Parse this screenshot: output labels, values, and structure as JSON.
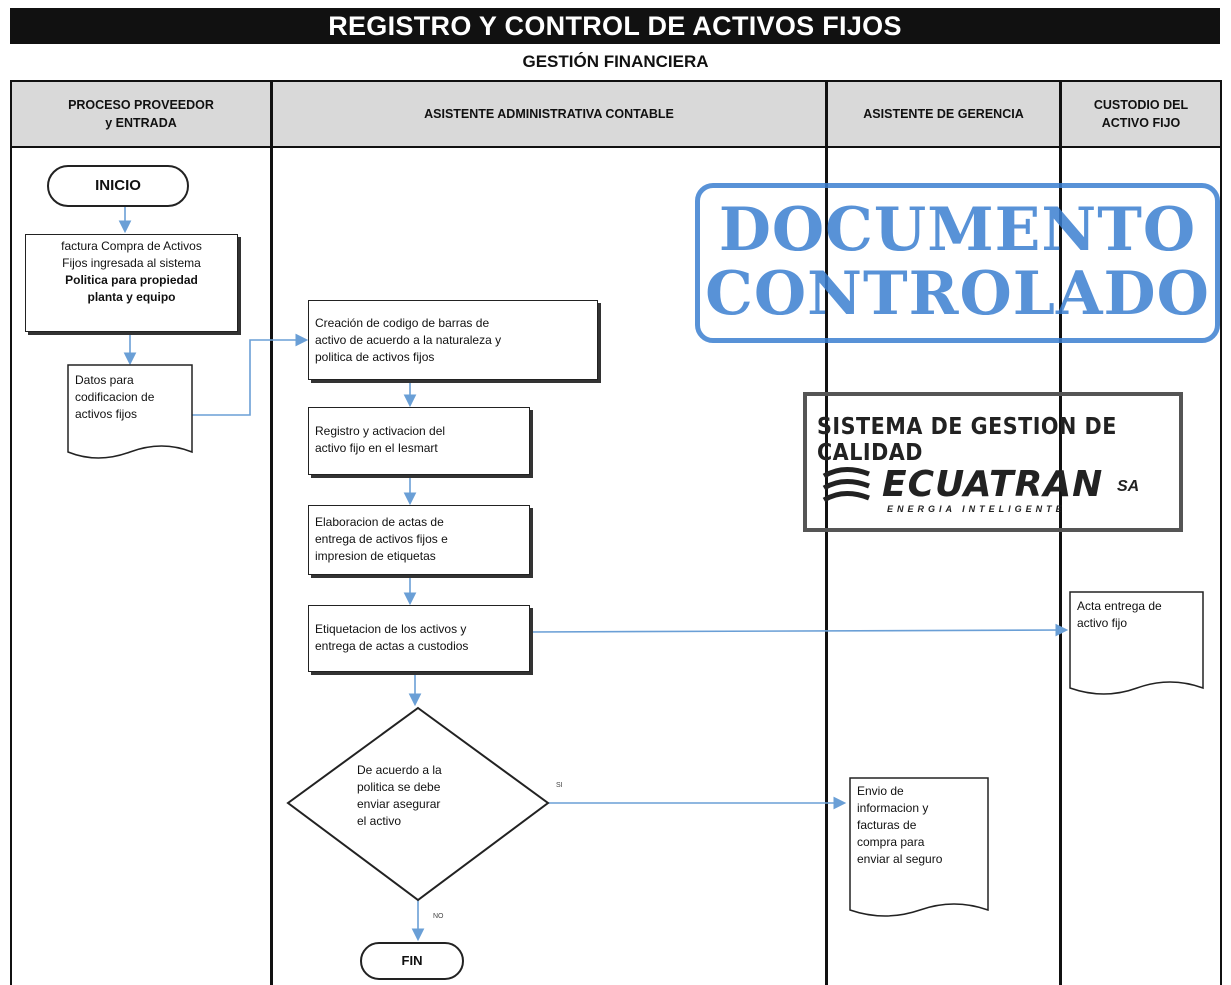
{
  "title": "REGISTRO Y CONTROL DE ACTIVOS FIJOS",
  "subtitle": "GESTIÓN FINANCIERA",
  "lanes": [
    {
      "label_line1": "PROCESO PROVEEDOR",
      "label_line2": "y ENTRADA"
    },
    {
      "label_line1": "ASISTENTE ADMINISTRATIVA CONTABLE",
      "label_line2": ""
    },
    {
      "label_line1": "ASISTENTE DE GERENCIA",
      "label_line2": ""
    },
    {
      "label_line1": "CUSTODIO DEL",
      "label_line2": "ACTIVO FIJO"
    }
  ],
  "nodes": {
    "inicio": "INICIO",
    "factura_line1": "factura Compra de Activos",
    "factura_line2": "Fijos ingresada al sistema",
    "factura_bold1": "Politica para  propiedad",
    "factura_bold2": "planta y equipo",
    "datos_line1": "Datos para",
    "datos_line2": "codificacion de",
    "datos_line3": "activos fijos",
    "creacion_line1": "Creación de codigo de barras  de",
    "creacion_line2": "activo  de acuerdo a la naturaleza y",
    "creacion_line3": "politica de activos fijos",
    "registro_line1": "Registro y activacion del",
    "registro_line2": "activo fijo en el Iesmart",
    "elaboracion_line1": "Elaboracion de actas de",
    "elaboracion_line2": "entrega de activos fijos  e",
    "elaboracion_line3": "impresion de etiquetas",
    "etiquetacion_line1": "Etiquetacion de los activos y",
    "etiquetacion_line2": "entrega de actas a custodios",
    "decision_line1": "De acuerdo a la",
    "decision_line2": "politica se debe",
    "decision_line3": "enviar asegurar",
    "decision_line4": "el activo",
    "acta_line1": "Acta entrega de",
    "acta_line2": "activo fijo",
    "envio_line1": "Envio de",
    "envio_line2": "informacion y",
    "envio_line3": "facturas de",
    "envio_line4": "compra para",
    "envio_line5": "enviar al seguro",
    "fin": "FIN",
    "label_si": "SI",
    "label_no": "NO"
  },
  "stamps": {
    "controlled_line1": "DOCUMENTO",
    "controlled_line2": "CONTROLADO",
    "quality_system": "SISTEMA DE GESTION DE CALIDAD",
    "brand": "ECUATRAN",
    "brand_suffix": "SA",
    "tagline": "ENERGIA INTELIGENTE"
  },
  "colors": {
    "connector": "#6a9fd6",
    "stamp_blue": "#3b7fd1",
    "header_fill": "#d9d9d9"
  }
}
